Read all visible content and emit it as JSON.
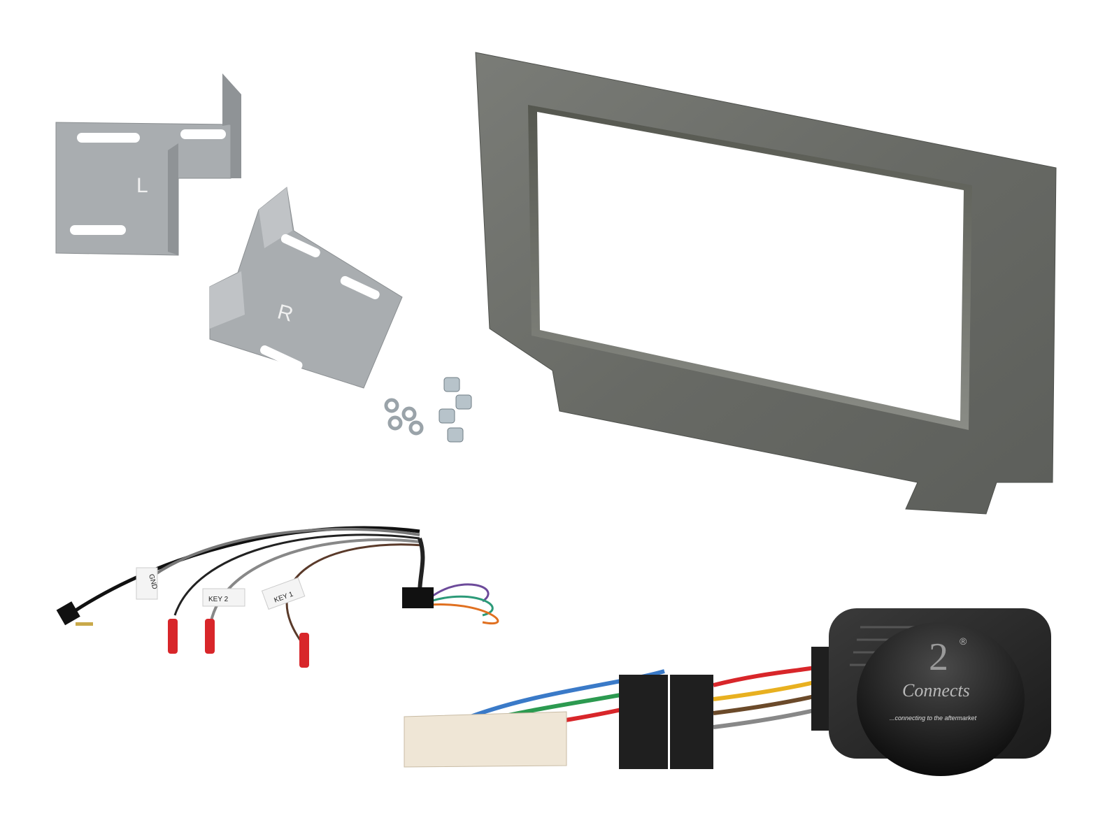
{
  "product_photo": {
    "bracket_left_mark": "L",
    "bracket_right_mark": "R",
    "wire_labels": [
      "GND",
      "KEY 2",
      "KEY 1"
    ],
    "logo": {
      "brand": "Connects",
      "numeral": "2",
      "registered": "®",
      "tagline": "...connecting to the aftermarket"
    },
    "colors": {
      "fascia": "#6b6d68",
      "bracket": "#a9adb0",
      "interface_box": "#2b2b2b",
      "connector_white": "#efe6d6",
      "connector_black": "#1f1f1f",
      "bullet_red": "#d8262a"
    }
  }
}
